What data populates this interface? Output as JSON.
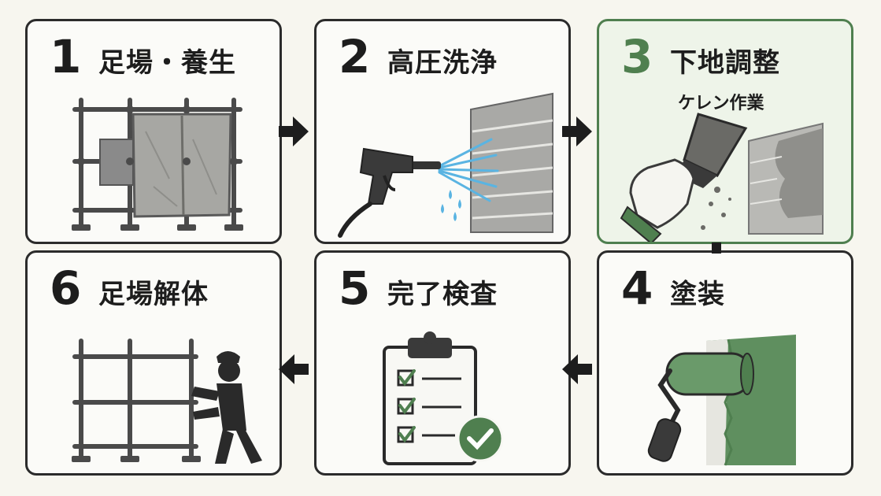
{
  "steps": [
    {
      "number": "1",
      "title": "足場・養生",
      "icon": "scaffold-with-sheet-icon"
    },
    {
      "number": "2",
      "title": "高圧洗浄",
      "icon": "pressure-washer-icon"
    },
    {
      "number": "3",
      "title": "下地調整",
      "subtitle": "ケレン作業",
      "icon": "scraper-hand-icon"
    },
    {
      "number": "4",
      "title": "塗装",
      "icon": "paint-roller-icon"
    },
    {
      "number": "5",
      "title": "完了検査",
      "icon": "checklist-clipboard-icon"
    },
    {
      "number": "6",
      "title": "足場解体",
      "icon": "worker-dismantling-icon"
    }
  ],
  "colors": {
    "accent": "#4f7f4f",
    "highlight_bg": "#eef4e9",
    "border": "#2b2b2b",
    "background": "#f7f6ef"
  }
}
